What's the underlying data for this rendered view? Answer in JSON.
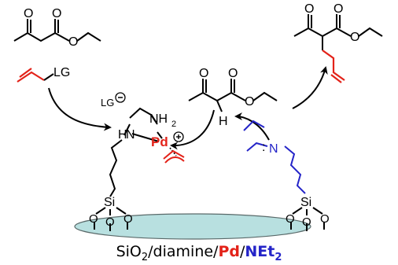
{
  "colors": {
    "bond": "#000000",
    "allyl": "#e32219",
    "amine": "#2424c8",
    "pd": "#e32219",
    "support_fill": "#b8e0e0",
    "support_stroke": "#5a6a6a"
  },
  "labels": {
    "o_acetoacetate_ketone": "O",
    "o_acetoacetate_carbonyl": "O",
    "o_acetoacetate_ester": "O",
    "leaving_group": "LG",
    "leaving_group_anion": "LG",
    "anion_charge": "⊖",
    "o_center_ketone": "O",
    "o_center_carbonyl": "O",
    "o_center_ester": "O",
    "alpha_h": "H",
    "o_product_ketone": "O",
    "o_product_carbonyl": "O",
    "o_product_ester": "O",
    "nh2": "NH",
    "nh2_subscript": "2",
    "hn": "H",
    "hn_n": "N",
    "pd": "Pd",
    "pd_charge": "⊕",
    "si_left": "Si",
    "si_right": "Si",
    "o_left_1": "O",
    "o_left_2": "O",
    "o_left_3": "O",
    "o_right_1": "O",
    "o_right_2": "O",
    "o_right_3": "O",
    "n_amine": "N",
    "lone_pair": ":"
  },
  "caption": {
    "part1": "SiO",
    "sub": "2",
    "part2": "/diamine/",
    "pd": "Pd",
    "slash": "/",
    "net": "NEt",
    "net_sub": "2"
  }
}
